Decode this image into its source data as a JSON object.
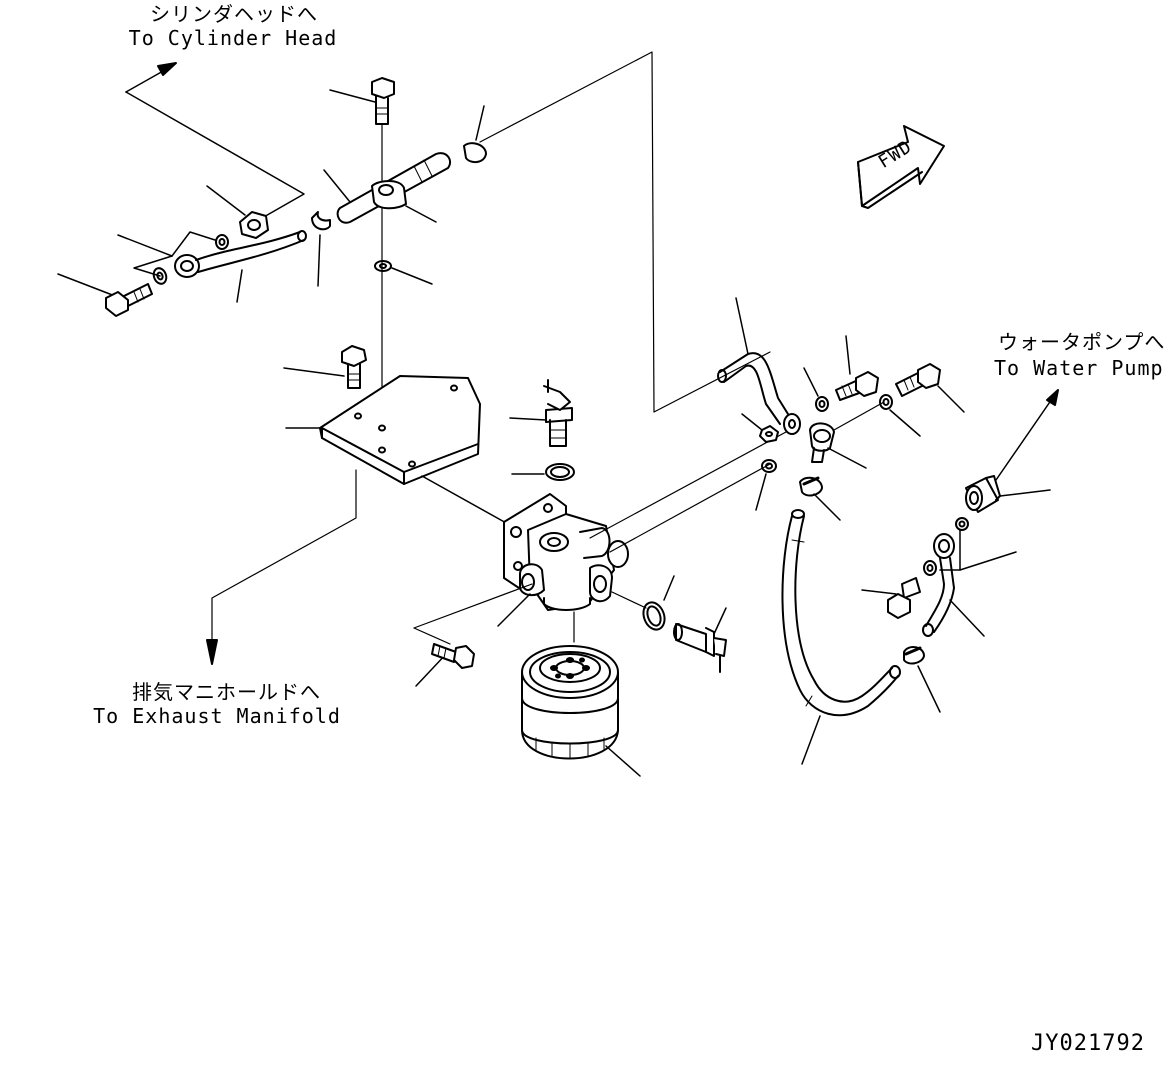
{
  "labels": {
    "cylinder_head_jp": "シリンダヘッドへ",
    "cylinder_head_en": "To Cylinder Head",
    "water_pump_jp": "ウォータポンプへ",
    "water_pump_en": "To Water Pump",
    "exhaust_manifold_jp": "排気マニホールドへ",
    "exhaust_manifold_en": "To Exhaust Manifold",
    "fwd": "FWD",
    "drawing_number": "JY021792"
  }
}
